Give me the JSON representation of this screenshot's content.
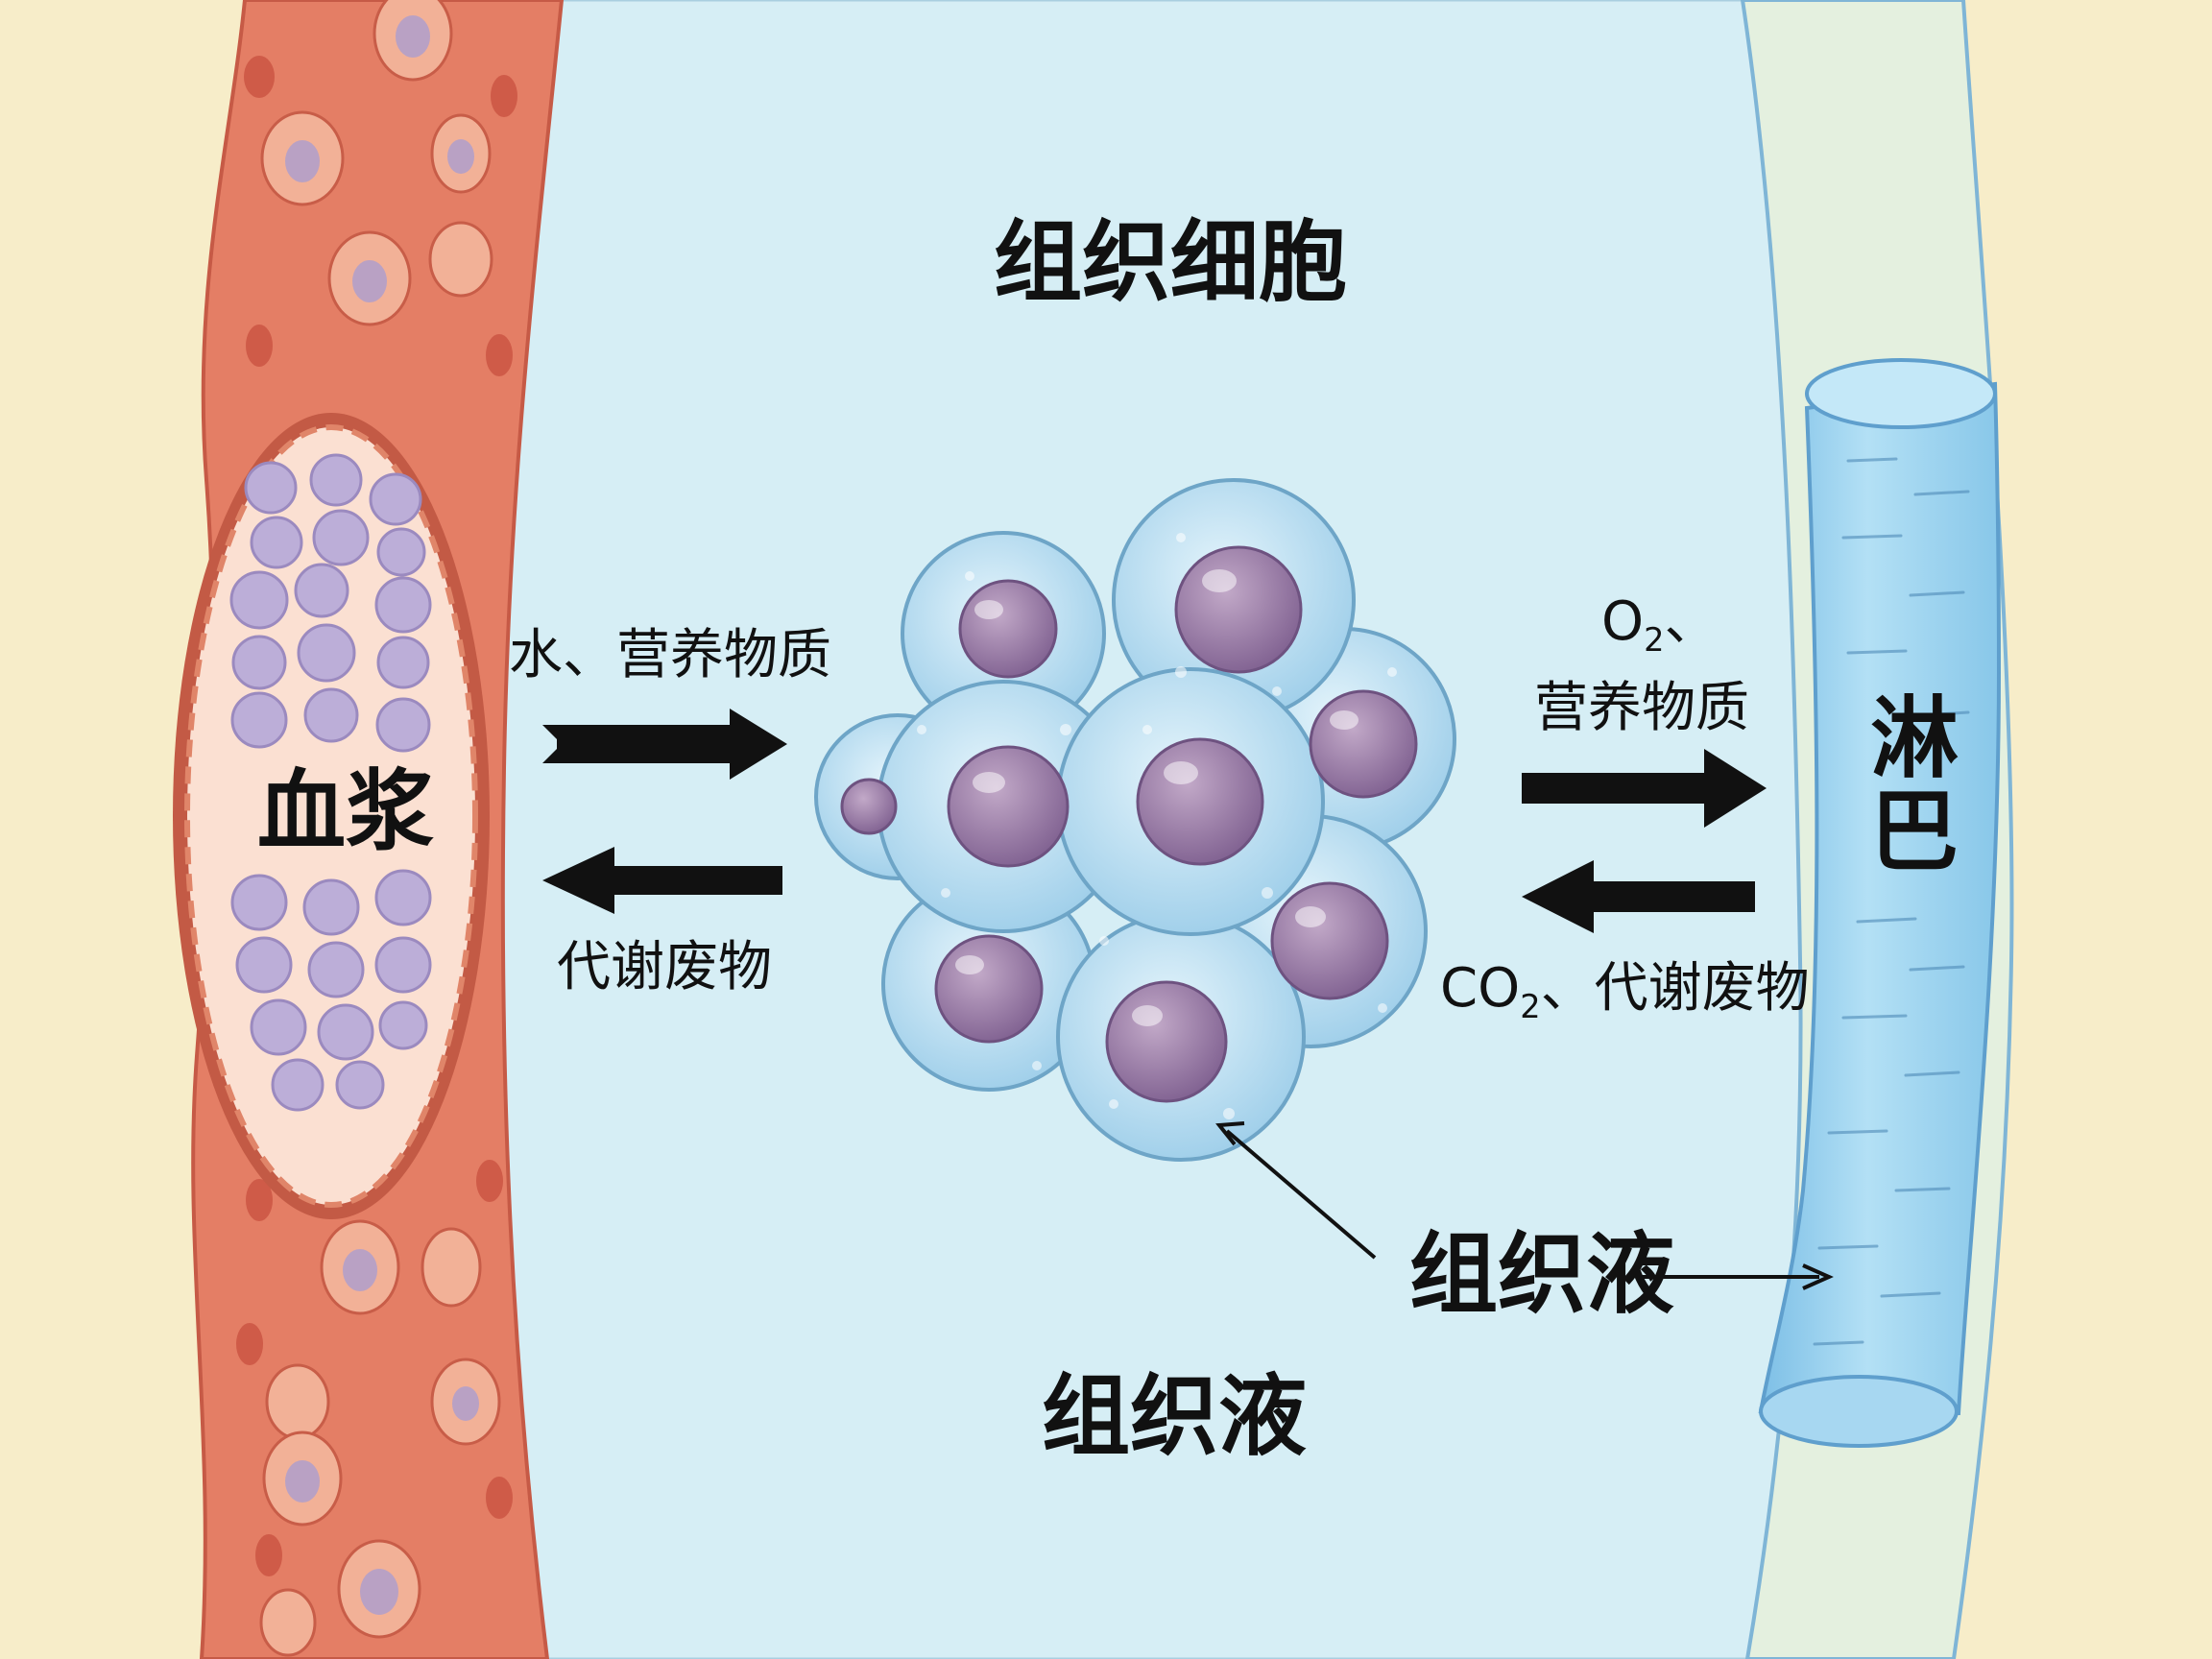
{
  "labels": {
    "tissue_cells": "组织细胞",
    "plasma": "血浆",
    "lymph": "淋巴",
    "tissue_fluid_bottom": "组织液",
    "tissue_fluid_pointer": "组织液",
    "left_in_label": "水、营养物质",
    "left_out_label": "代谢废物",
    "right_in_o": "O",
    "right_in_sub": "2",
    "right_in_sep": "、",
    "right_in_rest": "营养物质",
    "right_out_co": "CO",
    "right_out_sub": "2",
    "right_out_rest": "、代谢废物"
  },
  "colors": {
    "background": "#f7edc9",
    "tissue_fluid": "#d6eef5",
    "vessel_wall": "#e47e65",
    "plasma_fill": "#fbe0d2",
    "blood_cell": "#bcaed8",
    "lymph_vessel": "#9ed4ef",
    "cell_membrane": "#a9d6ef",
    "nucleus": "#9a7ca4",
    "arrow": "#111111"
  }
}
